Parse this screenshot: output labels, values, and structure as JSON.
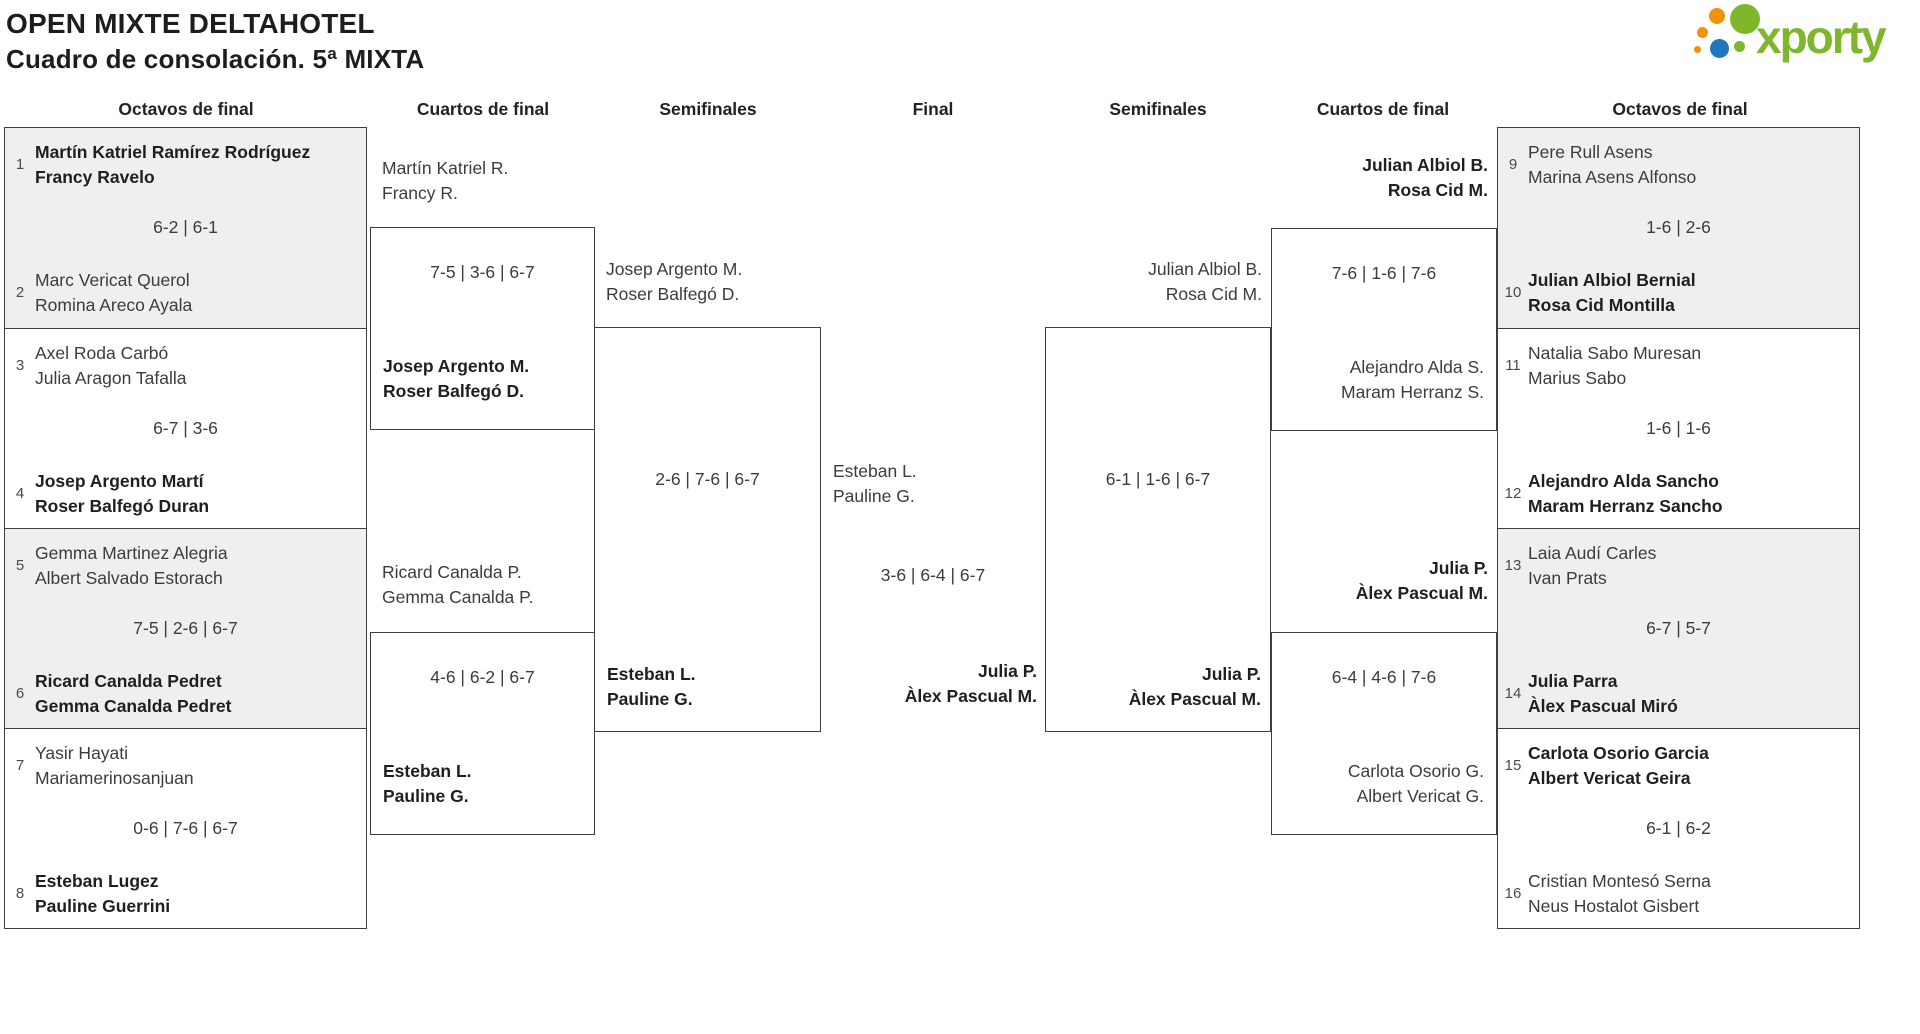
{
  "header": {
    "title": "OPEN MIXTE DELTAHOTEL",
    "subtitle": "Cuadro de consolación. 5ª MIXTA"
  },
  "logo": {
    "text": "xporty",
    "green": "#7eb62c",
    "orange": "#f39207",
    "blue": "#2077bc"
  },
  "columns": {
    "c0": "Octavos de final",
    "c1": "Cuartos de final",
    "c2": "Semifinales",
    "c3": "Final",
    "c4": "Semifinales",
    "c5": "Cuartos de final",
    "c6": "Octavos de final"
  },
  "left_octavos": [
    {
      "top_seed": "1",
      "top1": "Martín Katriel Ramírez Rodríguez",
      "top2": "Francy Ravelo",
      "score": "6-2 | 6-1",
      "bottom_seed": "2",
      "bottom1": "Marc Vericat Querol",
      "bottom2": "Romina Areco Ayala",
      "winner": "top"
    },
    {
      "top_seed": "3",
      "top1": "Axel Roda Carbó",
      "top2": "Julia Aragon Tafalla",
      "score": "6-7 | 3-6",
      "bottom_seed": "4",
      "bottom1": "Josep Argento Martí",
      "bottom2": "Roser Balfegó Duran",
      "winner": "bottom"
    },
    {
      "top_seed": "5",
      "top1": "Gemma Martinez Alegria",
      "top2": "Albert Salvado Estorach",
      "score": "7-5 | 2-6 | 6-7",
      "bottom_seed": "6",
      "bottom1": "Ricard Canalda Pedret",
      "bottom2": "Gemma Canalda Pedret",
      "winner": "bottom"
    },
    {
      "top_seed": "7",
      "top1": "Yasir Hayati",
      "top2": "Mariamerinosanjuan",
      "score": "0-6 | 7-6 | 6-7",
      "bottom_seed": "8",
      "bottom1": "Esteban Lugez",
      "bottom2": "Pauline Guerrini",
      "winner": "bottom"
    }
  ],
  "right_octavos": [
    {
      "top_seed": "9",
      "top1": "Pere Rull Asens",
      "top2": "Marina Asens Alfonso",
      "score": "1-6 | 2-6",
      "bottom_seed": "10",
      "bottom1": "Julian Albiol Bernial",
      "bottom2": "Rosa Cid Montilla",
      "winner": "bottom"
    },
    {
      "top_seed": "11",
      "top1": "Natalia Sabo Muresan",
      "top2": "Marius Sabo",
      "score": "1-6 | 1-6",
      "bottom_seed": "12",
      "bottom1": "Alejandro Alda Sancho",
      "bottom2": "Maram Herranz Sancho",
      "winner": "bottom"
    },
    {
      "top_seed": "13",
      "top1": "Laia Audí Carles",
      "top2": "Ivan Prats",
      "score": "6-7 | 5-7",
      "bottom_seed": "14",
      "bottom1": "Julia Parra",
      "bottom2": "Àlex Pascual Miró",
      "winner": "bottom"
    },
    {
      "top_seed": "15",
      "top1": "Carlota Osorio Garcia",
      "top2": "Albert Vericat Geira",
      "score": "6-1 | 6-2",
      "bottom_seed": "16",
      "bottom1": "Cristian Montesó Serna",
      "bottom2": "Neus Hostalot Gisbert",
      "winner": "top"
    }
  ],
  "left_quarters": [
    {
      "top1": "Martín Katriel R.",
      "top2": "Francy R.",
      "score": "7-5 | 3-6 | 6-7",
      "bottom1": "Josep Argento M.",
      "bottom2": "Roser Balfegó D.",
      "winner": "bottom"
    },
    {
      "top1": "Ricard Canalda P.",
      "top2": "Gemma Canalda P.",
      "score": "4-6 | 6-2 | 6-7",
      "bottom1": "Esteban L.",
      "bottom2": "Pauline G.",
      "winner": "bottom"
    }
  ],
  "right_quarters": [
    {
      "top1": "Julian Albiol B.",
      "top2": "Rosa Cid M.",
      "score": "7-6 | 1-6 | 7-6",
      "bottom1": "Alejandro Alda S.",
      "bottom2": "Maram Herranz S.",
      "winner": "top"
    },
    {
      "top1": "Julia P.",
      "top2": "Àlex Pascual M.",
      "score": "6-4 | 4-6 | 7-6",
      "bottom1": "Carlota Osorio G.",
      "bottom2": "Albert Vericat G.",
      "winner": "top"
    }
  ],
  "left_semifinal": {
    "top1": "Josep Argento M.",
    "top2": "Roser Balfegó D.",
    "score": "2-6 | 7-6 | 6-7",
    "bottom1": "Esteban L.",
    "bottom2": "Pauline G.",
    "winner": "bottom"
  },
  "right_semifinal": {
    "top1": "Julian Albiol B.",
    "top2": "Rosa Cid M.",
    "score": "6-1 | 1-6 | 6-7",
    "bottom1": "Julia P.",
    "bottom2": "Àlex Pascual M.",
    "winner": "bottom"
  },
  "final": {
    "top1": "Esteban L.",
    "top2": "Pauline G.",
    "score": "3-6 | 6-4 | 6-7",
    "bottom1": "Julia P.",
    "bottom2": "Àlex Pascual M.",
    "winner": "bottom"
  }
}
